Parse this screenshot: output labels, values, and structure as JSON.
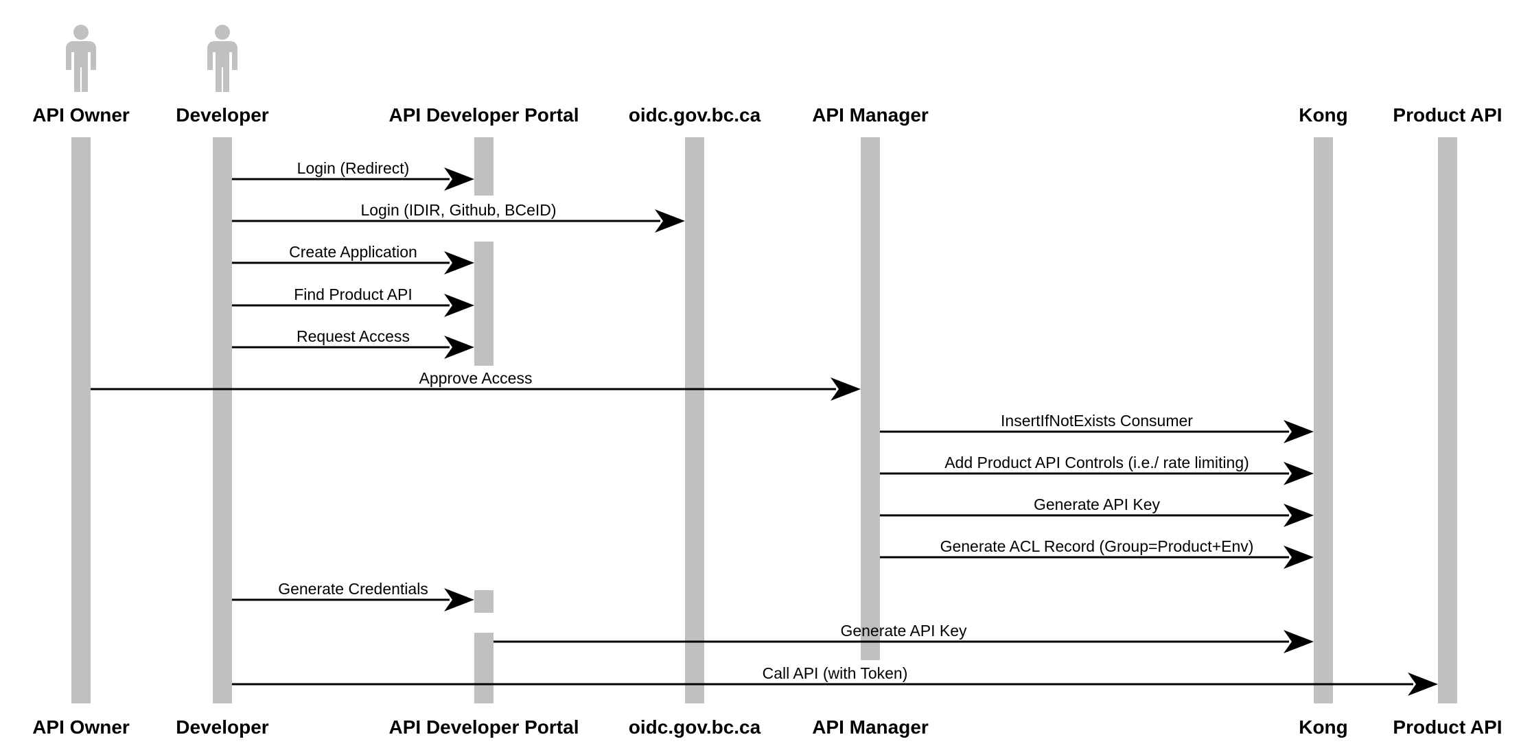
{
  "diagram": {
    "type": "sequence",
    "colors": {
      "lifeline": "#c0c0c0",
      "actor": "#c0c0c0",
      "arrow": "#000000",
      "text": "#000000",
      "background": "#ffffff"
    },
    "participants": [
      {
        "id": "api_owner",
        "label": "API Owner",
        "actor": true,
        "icon": "person-icon"
      },
      {
        "id": "developer",
        "label": "Developer",
        "actor": true,
        "icon": "person-icon"
      },
      {
        "id": "portal",
        "label": "API Developer Portal",
        "actor": false
      },
      {
        "id": "oidc",
        "label": "oidc.gov.bc.ca",
        "actor": false
      },
      {
        "id": "api_manager",
        "label": "API Manager",
        "actor": false
      },
      {
        "id": "kong",
        "label": "Kong",
        "actor": false
      },
      {
        "id": "product_api",
        "label": "Product API",
        "actor": false
      }
    ],
    "messages": [
      {
        "from": "developer",
        "to": "portal",
        "label": "Login (Redirect)"
      },
      {
        "from": "developer",
        "to": "oidc",
        "label": "Login (IDIR, Github, BCeID)"
      },
      {
        "from": "developer",
        "to": "portal",
        "label": "Create Application"
      },
      {
        "from": "developer",
        "to": "portal",
        "label": "Find Product API"
      },
      {
        "from": "developer",
        "to": "portal",
        "label": "Request Access"
      },
      {
        "from": "api_owner",
        "to": "api_manager",
        "label": "Approve Access"
      },
      {
        "from": "api_manager",
        "to": "kong",
        "label": "InsertIfNotExists Consumer"
      },
      {
        "from": "api_manager",
        "to": "kong",
        "label": "Add Product API Controls (i.e./ rate limiting)"
      },
      {
        "from": "api_manager",
        "to": "kong",
        "label": "Generate API Key"
      },
      {
        "from": "api_manager",
        "to": "kong",
        "label": "Generate ACL Record (Group=Product+Env)"
      },
      {
        "from": "developer",
        "to": "portal",
        "label": "Generate Credentials"
      },
      {
        "from": "portal",
        "to": "kong",
        "label": "Generate API Key"
      },
      {
        "from": "developer",
        "to": "product_api",
        "label": "Call API (with Token)"
      }
    ]
  }
}
